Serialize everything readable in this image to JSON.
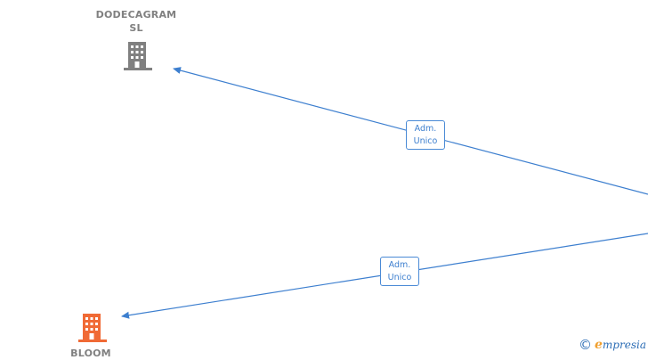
{
  "nodes": {
    "dodecagram": {
      "label_line1": "DODECAGRAM",
      "label_line2": "SL",
      "icon": "building-icon",
      "color": "#808080"
    },
    "bloom": {
      "label_line1": "BLOOM",
      "icon": "building-icon",
      "color": "#f06a35"
    }
  },
  "edges": [
    {
      "label_line1": "Adm.",
      "label_line2": "Unico",
      "target": "dodecagram"
    },
    {
      "label_line1": "Adm.",
      "label_line2": "Unico",
      "target": "bloom"
    }
  ],
  "edge_color": "#3d7fcf",
  "watermark": {
    "copyright": "©",
    "brand_initial": "e",
    "brand_rest": "mpresia"
  }
}
